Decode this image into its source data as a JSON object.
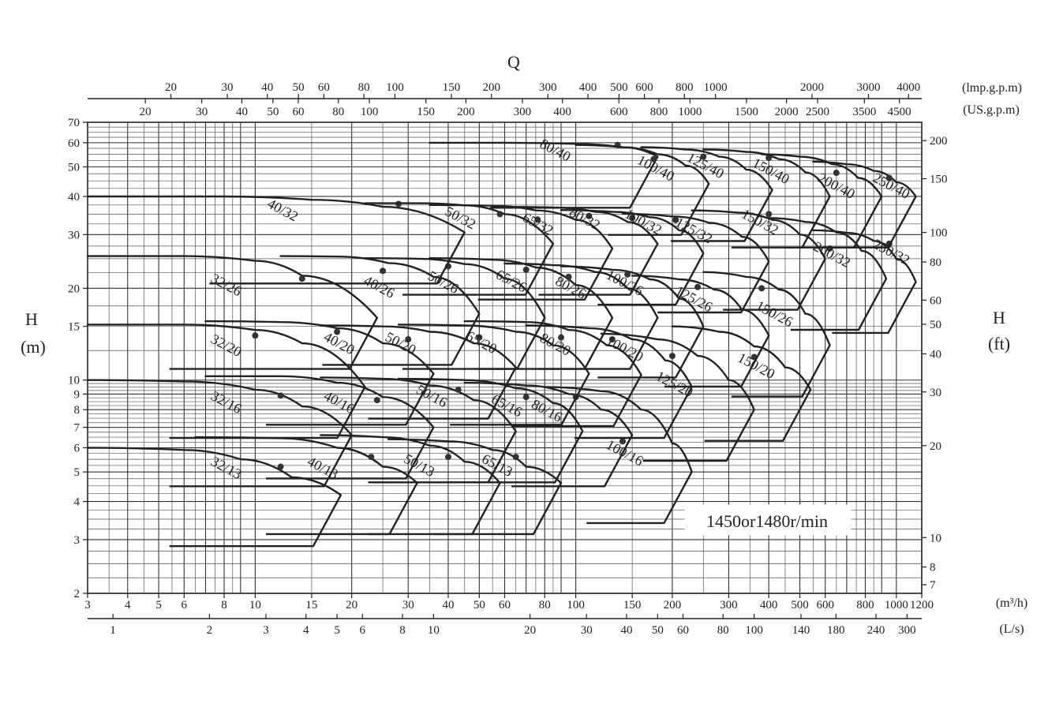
{
  "colors": {
    "ink": "#222222",
    "grid": "#555555",
    "background": "#ffffff"
  },
  "labels": {
    "top_title": "Q",
    "left_title_line1": "H",
    "left_title_line2": "(m)",
    "right_title_line1": "H",
    "right_title_line2": "(ft)",
    "unit_imp": "(lmp.g.p.m)",
    "unit_us": "(US.g.p.m)",
    "unit_m3h": "(m³/h)",
    "unit_ls": "(L/s)",
    "speed": "1450or1480r/min"
  },
  "chart_data": {
    "type": "line",
    "xscale": "log",
    "yscale": "log",
    "xlim": [
      3,
      1200
    ],
    "ylim": [
      2,
      70
    ],
    "grid": true,
    "axes": {
      "bottom_primary": {
        "unit": "(m³/h)",
        "ticks": [
          3,
          4,
          5,
          6,
          8,
          10,
          15,
          20,
          30,
          40,
          50,
          60,
          80,
          100,
          150,
          200,
          300,
          400,
          500,
          600,
          800,
          1000,
          1200
        ]
      },
      "bottom_secondary": {
        "unit": "(L/s)",
        "ticks": [
          1,
          2,
          3,
          4,
          5,
          6,
          8,
          10,
          20,
          30,
          40,
          50,
          60,
          80,
          100,
          140,
          180,
          240,
          300
        ]
      },
      "top_imp": {
        "unit": "(lmp.g.p.m)",
        "ticks": [
          20,
          30,
          40,
          50,
          60,
          80,
          100,
          150,
          200,
          300,
          400,
          500,
          600,
          800,
          1000,
          2000,
          3000,
          4000
        ]
      },
      "top_us": {
        "unit": "(US.g.p.m)",
        "ticks": [
          20,
          30,
          40,
          50,
          60,
          80,
          100,
          150,
          200,
          300,
          400,
          600,
          800,
          1000,
          1500,
          2000,
          2500,
          3500,
          4500
        ]
      },
      "left": {
        "unit": "(m)",
        "ticks": [
          2,
          3,
          4,
          5,
          6,
          7,
          8,
          9,
          10,
          15,
          20,
          30,
          40,
          50,
          60,
          70
        ]
      },
      "right": {
        "unit": "(ft)",
        "ticks": [
          7,
          8,
          10,
          20,
          30,
          40,
          50,
          60,
          80,
          100,
          150,
          200
        ]
      }
    },
    "annotation": "1450or1480r/min",
    "series": [
      {
        "name": "32/13",
        "h0": 6.0,
        "q": [
          3,
          6,
          9,
          13,
          18.5
        ],
        "h": [
          6.0,
          5.9,
          5.5,
          4.8,
          4.2
        ],
        "bep": [
          12,
          5.2
        ],
        "label_at": [
          8,
          5.0
        ]
      },
      {
        "name": "40/13",
        "h0": 6.5,
        "q": [
          6.5,
          12,
          18,
          25,
          32
        ],
        "h": [
          6.5,
          6.45,
          6.0,
          5.2,
          4.6
        ],
        "bep": [
          23,
          5.6
        ],
        "label_at": [
          16,
          5.0
        ]
      },
      {
        "name": "50/13",
        "h0": 6.5,
        "q": [
          16,
          25,
          35,
          45,
          58
        ],
        "h": [
          6.6,
          6.5,
          6.1,
          5.4,
          4.6
        ],
        "bep": [
          40,
          5.6
        ],
        "label_at": [
          32,
          5.1
        ]
      },
      {
        "name": "65/13",
        "h0": 6.4,
        "q": [
          26,
          40,
          55,
          70,
          90
        ],
        "h": [
          6.4,
          6.3,
          5.9,
          5.2,
          4.6
        ],
        "bep": [
          65,
          5.6
        ],
        "label_at": [
          56,
          5.1
        ]
      },
      {
        "name": "32/16",
        "h0": 10.0,
        "q": [
          3,
          6,
          10,
          14,
          20
        ],
        "h": [
          10.0,
          9.9,
          9.3,
          8.2,
          6.6
        ],
        "bep": [
          12,
          8.9
        ],
        "label_at": [
          8,
          8.2
        ]
      },
      {
        "name": "40/16",
        "h0": 10.2,
        "q": [
          7,
          12,
          18,
          25,
          36
        ],
        "h": [
          10.3,
          10.3,
          9.8,
          8.8,
          7.0
        ],
        "bep": [
          24,
          8.6
        ],
        "label_at": [
          18,
          8.2
        ]
      },
      {
        "name": "50/16",
        "h0": 10.2,
        "q": [
          16,
          25,
          35,
          48,
          65
        ],
        "h": [
          10.2,
          10.1,
          9.6,
          8.6,
          6.8
        ],
        "bep": [
          43,
          9.3
        ],
        "label_at": [
          35,
          8.6
        ]
      },
      {
        "name": "65/16",
        "h0": 10.1,
        "q": [
          28,
          45,
          65,
          85,
          105
        ],
        "h": [
          10.1,
          10.0,
          9.4,
          8.4,
          6.8
        ],
        "bep": [
          70,
          8.8
        ],
        "label_at": [
          60,
          8.0
        ]
      },
      {
        "name": "80/16",
        "h0": 9.8,
        "q": [
          45,
          70,
          95,
          120,
          150
        ],
        "h": [
          9.8,
          9.6,
          9.0,
          8.0,
          6.6
        ],
        "bep": [
          100,
          8.8
        ],
        "label_at": [
          80,
          7.7
        ]
      },
      {
        "name": "100/16",
        "h0": 9.5,
        "q": [
          80,
          120,
          160,
          200,
          230
        ],
        "h": [
          9.5,
          9.2,
          8.0,
          6.2,
          5.0
        ],
        "bep": [
          140,
          6.3
        ],
        "label_at": [
          140,
          5.6
        ]
      },
      {
        "name": "32/20",
        "h0": 15.3,
        "q": [
          3,
          6,
          10,
          14,
          22
        ],
        "h": [
          15.2,
          15.2,
          14.6,
          13.2,
          9.5
        ],
        "bep": [
          10,
          14.0
        ],
        "label_at": [
          8,
          12.6
        ]
      },
      {
        "name": "40/20",
        "h0": 15.5,
        "q": [
          7,
          12,
          18,
          25,
          36
        ],
        "h": [
          15.6,
          15.5,
          14.8,
          13.2,
          10.5
        ],
        "bep": [
          18,
          14.4
        ],
        "label_at": [
          18,
          12.8
        ]
      },
      {
        "name": "50/20",
        "h0": 15.0,
        "q": [
          16,
          25,
          35,
          48,
          65
        ],
        "h": [
          15.1,
          15.0,
          14.4,
          13.2,
          11.0
        ],
        "bep": [
          30,
          13.6
        ],
        "label_at": [
          28,
          12.8
        ]
      },
      {
        "name": "65/20",
        "h0": 15.2,
        "q": [
          28,
          45,
          65,
          85,
          110
        ],
        "h": [
          15.2,
          15.1,
          14.4,
          13.0,
          10.5
        ],
        "bep": [
          50,
          13.8
        ],
        "label_at": [
          50,
          12.9
        ]
      },
      {
        "name": "80/20",
        "h0": 15.5,
        "q": [
          45,
          70,
          95,
          125,
          160
        ],
        "h": [
          15.6,
          15.5,
          14.6,
          13.0,
          10.4
        ],
        "bep": [
          90,
          13.8
        ],
        "label_at": [
          85,
          12.7
        ]
      },
      {
        "name": "100/20",
        "h0": 15.0,
        "q": [
          70,
          110,
          150,
          190,
          230
        ],
        "h": [
          15.1,
          14.8,
          13.6,
          11.6,
          9.5
        ],
        "bep": [
          130,
          13.6
        ],
        "label_at": [
          140,
          12.3
        ]
      },
      {
        "name": "125/20",
        "h0": 14.2,
        "q": [
          120,
          180,
          240,
          300,
          360
        ],
        "h": [
          14.2,
          13.6,
          12.0,
          10.0,
          8.0
        ],
        "bep": [
          200,
          12.0
        ],
        "label_at": [
          200,
          9.4
        ]
      },
      {
        "name": "150/20",
        "h0": 15.0,
        "q": [
          200,
          280,
          360,
          450,
          540
        ],
        "h": [
          15.0,
          14.4,
          12.9,
          11.0,
          9.3
        ],
        "bep": [
          360,
          11.9
        ],
        "label_at": [
          360,
          10.8
        ]
      },
      {
        "name": "32/26",
        "h0": 25.5,
        "q": [
          3,
          6,
          10,
          14,
          24
        ],
        "h": [
          25.5,
          25.5,
          24.6,
          22.0,
          16.0
        ],
        "bep": [
          14,
          21.5
        ],
        "label_at": [
          8,
          19.9
        ]
      },
      {
        "name": "40/26",
        "h0": 25.5,
        "q": [
          12,
          18,
          26,
          36,
          50
        ],
        "h": [
          25.5,
          25.4,
          24.2,
          21.8,
          16.5
        ],
        "bep": [
          25,
          22.8
        ],
        "label_at": [
          24,
          19.6
        ]
      },
      {
        "name": "50/26",
        "h0": 25.0,
        "q": [
          22,
          32,
          45,
          60,
          80
        ],
        "h": [
          25.1,
          25.0,
          24.0,
          21.5,
          16.0
        ],
        "bep": [
          40,
          23.6
        ],
        "label_at": [
          38,
          20.3
        ]
      },
      {
        "name": "65/26",
        "h0": 25.0,
        "q": [
          35,
          55,
          75,
          100,
          130
        ],
        "h": [
          25.1,
          24.8,
          23.4,
          20.5,
          16.0
        ],
        "bep": [
          70,
          23.0
        ],
        "label_at": [
          62,
          20.5
        ]
      },
      {
        "name": "80/26",
        "h0": 24.0,
        "q": [
          60,
          85,
          115,
          145,
          180
        ],
        "h": [
          24.1,
          23.8,
          22.6,
          20.0,
          16.0
        ],
        "bep": [
          95,
          21.8
        ],
        "label_at": [
          95,
          19.5
        ]
      },
      {
        "name": "100/26",
        "h0": 23.5,
        "q": [
          90,
          130,
          170,
          210,
          250
        ],
        "h": [
          23.6,
          23.0,
          21.4,
          18.5,
          15.0
        ],
        "bep": [
          145,
          22.2
        ],
        "label_at": [
          140,
          20.2
        ]
      },
      {
        "name": "125/26",
        "h0": 22.0,
        "q": [
          150,
          210,
          270,
          330,
          400
        ],
        "h": [
          22.0,
          21.4,
          19.8,
          17.0,
          14.0
        ],
        "bep": [
          240,
          20.2
        ],
        "label_at": [
          230,
          17.9
        ]
      },
      {
        "name": "150/26",
        "h0": 22.5,
        "q": [
          250,
          340,
          430,
          520,
          620
        ],
        "h": [
          22.6,
          21.8,
          19.8,
          16.5,
          13.0
        ],
        "bep": [
          380,
          20.0
        ],
        "label_at": [
          410,
          16.0
        ]
      },
      {
        "name": "40/32",
        "h0": 40.0,
        "q": [
          3,
          8,
          15,
          25,
          45
        ],
        "h": [
          40.0,
          40.0,
          39.0,
          37.0,
          30.5
        ],
        "bep": [
          28,
          37.8
        ],
        "label_at": [
          12,
          35.0
        ]
      },
      {
        "name": "50/32",
        "h0": 38.0,
        "q": [
          22,
          32,
          45,
          60,
          85
        ],
        "h": [
          38.0,
          38.0,
          37.4,
          35.0,
          28.0
        ],
        "bep": [
          58,
          35.0
        ],
        "label_at": [
          43,
          33.0
        ]
      },
      {
        "name": "65/32",
        "h0": 37.5,
        "q": [
          35,
          55,
          75,
          100,
          130
        ],
        "h": [
          37.5,
          37.3,
          36.0,
          33.5,
          27.0
        ],
        "bep": [
          76,
          33.6
        ],
        "label_at": [
          75,
          31.5
        ]
      },
      {
        "name": "80/32",
        "h0": 37.0,
        "q": [
          55,
          85,
          115,
          145,
          180
        ],
        "h": [
          37.0,
          36.8,
          35.6,
          33.0,
          28.0
        ],
        "bep": [
          110,
          34.5
        ],
        "label_at": [
          105,
          32.8
        ]
      },
      {
        "name": "100/32",
        "h0": 36.0,
        "q": [
          90,
          130,
          170,
          210,
          250
        ],
        "h": [
          36.1,
          35.6,
          34.2,
          31.0,
          26.0
        ],
        "bep": [
          150,
          34.0
        ],
        "label_at": [
          160,
          32.0
        ]
      },
      {
        "name": "125/32",
        "h0": 35.0,
        "q": [
          140,
          200,
          260,
          330,
          400
        ],
        "h": [
          35.1,
          34.4,
          32.8,
          29.5,
          24.5
        ],
        "bep": [
          205,
          33.5
        ],
        "label_at": [
          230,
          30.0
        ]
      },
      {
        "name": "150/32",
        "h0": 36.0,
        "q": [
          230,
          320,
          410,
          500,
          600
        ],
        "h": [
          36.0,
          35.4,
          33.5,
          30.0,
          25.0
        ],
        "bep": [
          400,
          35.0
        ],
        "label_at": [
          370,
          32.0
        ]
      },
      {
        "name": "200/32",
        "h0": 34.0,
        "q": [
          400,
          520,
          650,
          780,
          930
        ],
        "h": [
          34.0,
          33.0,
          30.5,
          26.5,
          21.5
        ],
        "bep": [
          620,
          27.0
        ],
        "label_at": [
          620,
          25.0
        ]
      },
      {
        "name": "250/32",
        "h0": 31.0,
        "q": [
          550,
          700,
          850,
          1000,
          1150
        ],
        "h": [
          31.0,
          30.4,
          28.6,
          25.0,
          21.0
        ],
        "bep": [
          950,
          28.0
        ],
        "label_at": [
          950,
          25.5
        ]
      },
      {
        "name": "80/40",
        "h0": 60.0,
        "q": [
          35,
          60,
          100,
          140,
          180
        ],
        "h": [
          60.0,
          60.0,
          59.5,
          58.0,
          54.0
        ],
        "bep": [
          135,
          59.0
        ],
        "label_at": [
          85,
          55.0
        ]
      },
      {
        "name": "100/40",
        "h0": 59.0,
        "q": [
          100,
          140,
          180,
          220,
          260
        ],
        "h": [
          59.0,
          58.0,
          55.0,
          50.5,
          44.0
        ],
        "bep": [
          175,
          53.0
        ],
        "label_at": [
          175,
          48.0
        ]
      },
      {
        "name": "125/40",
        "h0": 58.0,
        "q": [
          160,
          220,
          280,
          340,
          410
        ],
        "h": [
          58.0,
          57.0,
          54.0,
          49.0,
          42.0
        ],
        "bep": [
          250,
          54.0
        ],
        "label_at": [
          250,
          49.0
        ]
      },
      {
        "name": "150/40",
        "h0": 57.0,
        "q": [
          250,
          340,
          430,
          520,
          620
        ],
        "h": [
          57.0,
          56.0,
          53.0,
          48.0,
          40.0
        ],
        "bep": [
          400,
          53.5
        ],
        "label_at": [
          400,
          47.0
        ]
      },
      {
        "name": "200/40",
        "h0": 55.0,
        "q": [
          380,
          500,
          630,
          760,
          900
        ],
        "h": [
          55.0,
          54.0,
          51.0,
          46.0,
          40.0
        ],
        "bep": [
          650,
          47.8
        ],
        "label_at": [
          640,
          42.0
        ]
      },
      {
        "name": "250/40",
        "h0": 52.0,
        "q": [
          550,
          700,
          850,
          1000,
          1150
        ],
        "h": [
          52.0,
          51.0,
          48.5,
          44.5,
          40.0
        ],
        "bep": [
          950,
          46.0
        ],
        "label_at": [
          950,
          42.0
        ]
      }
    ]
  }
}
